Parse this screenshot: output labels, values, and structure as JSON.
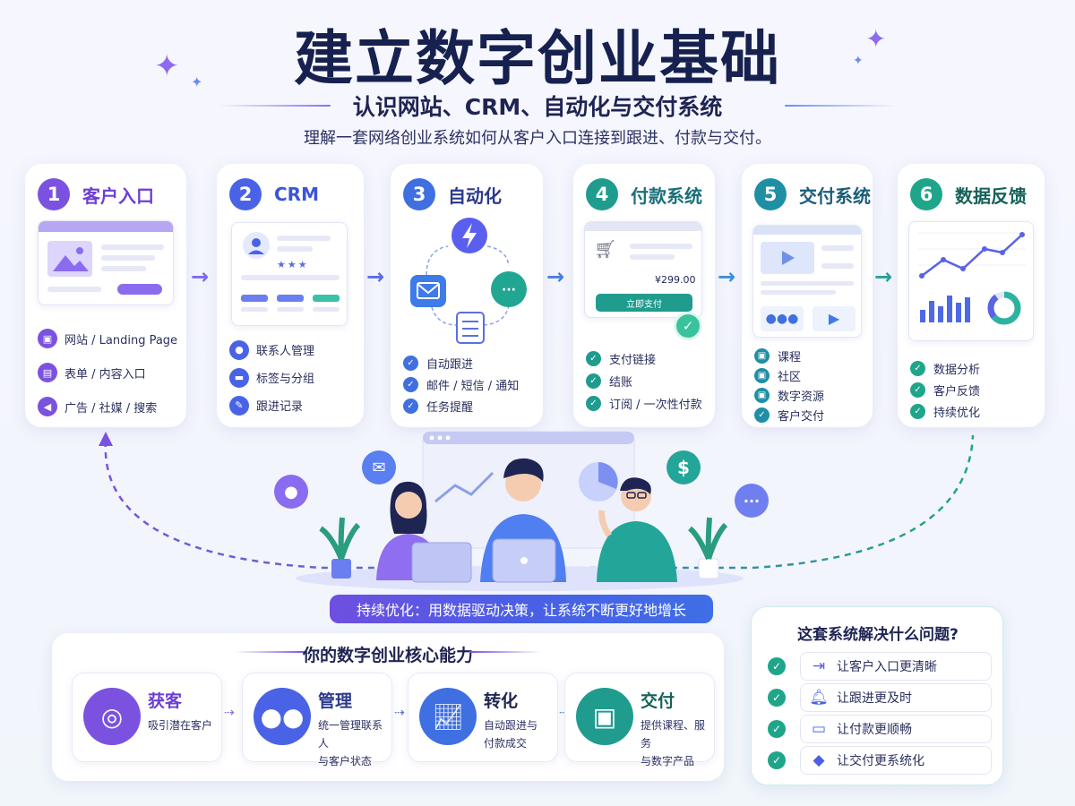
{
  "header": {
    "title": "建立数字创业基础",
    "subtitle": "认识网站、CRM、自动化与交付系统",
    "description": "理解一套网络创业系统如何从客户入口连接到跟进、付款与交付。"
  },
  "colors": {
    "purple": "#7b52e0",
    "blue": "#3f6fe0",
    "teal": "#1f9c8e",
    "navy": "#16214f"
  },
  "steps": [
    {
      "number": "1",
      "title": "客户入口",
      "items": [
        "网站 / Landing Page",
        "表单 / 内容入口",
        "广告 / 社媒 / 搜索"
      ]
    },
    {
      "number": "2",
      "title": "CRM",
      "items": [
        "联系人管理",
        "标签与分组",
        "跟进记录"
      ]
    },
    {
      "number": "3",
      "title": "自动化",
      "items": [
        "自动跟进",
        "邮件 / 短信 / 通知",
        "任务提醒"
      ]
    },
    {
      "number": "4",
      "title": "付款系统",
      "price": "¥299.00",
      "pay_button": "立即支付",
      "items": [
        "支付链接",
        "结账",
        "订阅 / 一次性付款"
      ]
    },
    {
      "number": "5",
      "title": "交付系统",
      "items": [
        "课程",
        "社区",
        "数字资源",
        "客户交付"
      ]
    },
    {
      "number": "6",
      "title": "数据反馈",
      "items": [
        "数据分析",
        "客户反馈",
        "持续优化"
      ]
    }
  ],
  "banner": "持续优化：用数据驱动决策，让系统不断更好地增长",
  "core": {
    "title": "你的数字创业核心能力",
    "items": [
      {
        "title": "获客",
        "desc": "吸引潜在客户"
      },
      {
        "title": "管理",
        "desc": "统一管理联系人\n与客户状态"
      },
      {
        "title": "转化",
        "desc": "自动跟进与\n付款成交"
      },
      {
        "title": "交付",
        "desc": "提供课程、服务\n与数字产品"
      }
    ]
  },
  "problems": {
    "title": "这套系统解决什么问题?",
    "items": [
      "让客户入口更清晰",
      "让跟进更及时",
      "让付款更顺畅",
      "让交付更系统化"
    ]
  }
}
